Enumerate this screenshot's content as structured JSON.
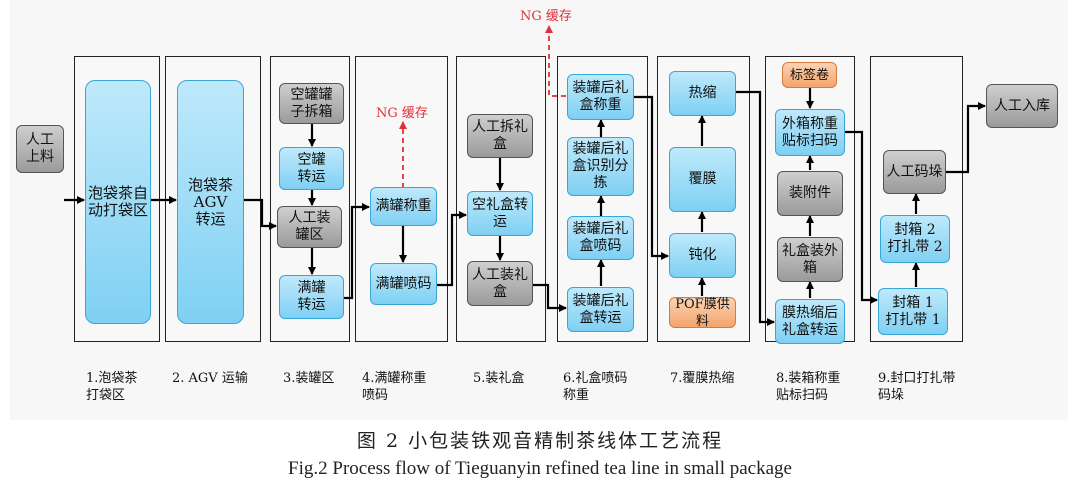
{
  "nodes": {
    "manual_load": "人工\n上料",
    "bag_area": "泡袋茶自\n动打袋区",
    "agv_transfer": "泡袋茶AGV\n转运",
    "empty_can_unbox": "空罐罐\n子拆箱",
    "empty_can_transfer": "空罐\n转运",
    "manual_canning": "人工装\n罐区",
    "full_can_transfer": "满罐\n转运",
    "full_can_weigh": "满罐称重",
    "full_can_code": "满罐喷码",
    "manual_unpack_box": "人工拆礼\n盒",
    "empty_box_transfer": "空礼盒转\n运",
    "manual_box_pack": "人工装礼\n盒",
    "box_weigh": "装罐后礼\n盒称重",
    "box_sort": "装罐后礼\n盒识别分\n拣",
    "box_code": "装罐后礼\n盒喷码",
    "box_transfer": "装罐后礼\n盒转运",
    "shrink": "热缩",
    "film": "覆膜",
    "passivate": "钝化",
    "pof_supply": "POF膜供料",
    "label_roll": "标签卷",
    "case_weigh_label": "外箱称重\n贴标扫码",
    "attach": "装附件",
    "box_case_pack": "礼盒装外\n箱",
    "film_box_transfer": "膜热缩后\n礼盒转运",
    "manual_stack": "人工码垛",
    "seal2": "封箱 2\n打扎带 2",
    "seal1": "封箱 1\n打扎带 1",
    "manual_storage": "人工入库"
  },
  "ng_labels": [
    "NG 缓存",
    "NG 缓存"
  ],
  "stage_labels": [
    "1.泡袋茶\n打袋区",
    "2. AGV 运输",
    "3.装罐区",
    "4.满罐称重\n喷码",
    "5.装礼盒",
    "6.礼盒喷码\n称重",
    "7.覆膜热缩",
    "8.装箱称重\n贴标扫码",
    "9.封口打扎带\n码垛"
  ],
  "caption": {
    "cn": "图 2   小包装铁观音精制茶线体工艺流程",
    "en": "Fig.2  Process flow of Tieguanyin refined tea line in small package"
  }
}
